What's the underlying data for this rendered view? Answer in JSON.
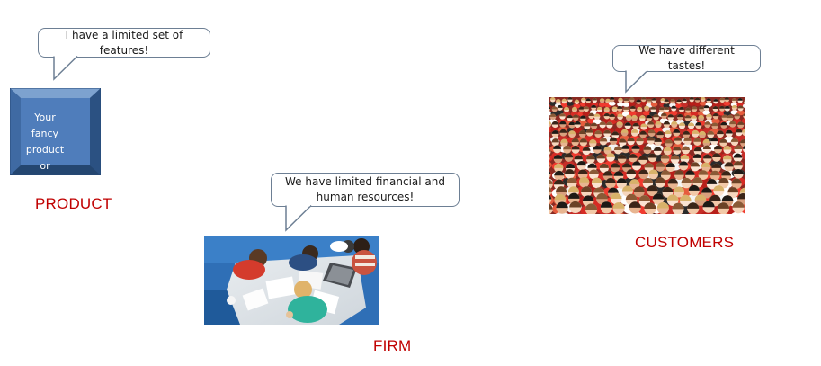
{
  "product": {
    "bubble_text": "I have a limited set of features!",
    "box_text": "Your fancy\nproduct or\nservice",
    "label": "PRODUCT",
    "box_color": "#4f7dbb"
  },
  "firm": {
    "bubble_line1": "We have limited financial and",
    "bubble_line2": "human resources!",
    "label": "FIRM",
    "photo_icon": "team-meeting-photo"
  },
  "customers": {
    "bubble_text": "We have different tastes!",
    "label": "CUSTOMERS",
    "photo_icon": "crowd-photo"
  },
  "colors": {
    "label_red": "#c00000",
    "bubble_border": "#6d7f94"
  }
}
